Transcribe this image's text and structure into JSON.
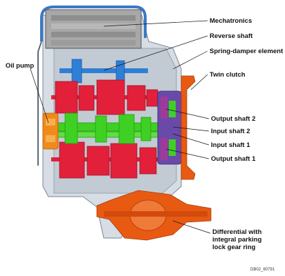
{
  "labels": {
    "mechatronics": "Mechatronics",
    "reverse_shaft": "Reverse shaft",
    "spring_damper": "Spring-damper element",
    "oil_pump": "Oil pump",
    "twin_clutch": "Twin clutch",
    "output_shaft_2": "Output shaft 2",
    "input_shaft_2": "Input shaft 2",
    "input_shaft_1": "Input shaft 1",
    "output_shaft_1": "Output shaft 1",
    "differential_line1": "Differential with",
    "differential_line2": "integral parking",
    "differential_line3": "lock gear ring"
  },
  "figure_code": "DB02_60791",
  "colors": {
    "mechatronics": "#a8a8a8",
    "casing": "#d6dde4",
    "reverse_shaft": "#2f7fd6",
    "output_shafts": "#e2203a",
    "input_shaft": "#3fd024",
    "clutch": "#e85a12",
    "oil_pump": "#f08a1a",
    "clutch_internals": "#a03a9a",
    "pipe": "#3a78c8"
  }
}
